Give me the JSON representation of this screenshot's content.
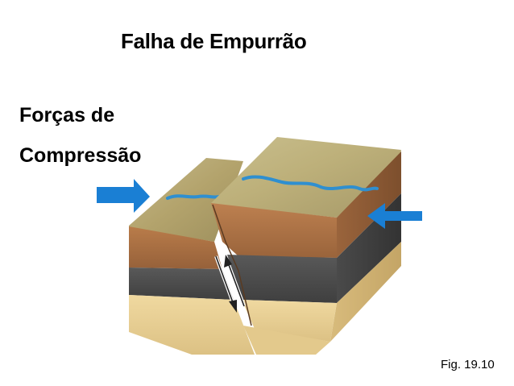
{
  "title": "Falha de Empurrão",
  "forces_label": {
    "line1": "Forças de",
    "line2": "Compressão"
  },
  "figure_caption": "Fig. 19.10",
  "colors": {
    "arrow": "#1a7fd4",
    "surface": "#b9b47a",
    "soil_layer": "#a4693c",
    "dark_layer": "#505050",
    "sand_layer": "#e7cf94",
    "river": "#3d9ad6"
  }
}
